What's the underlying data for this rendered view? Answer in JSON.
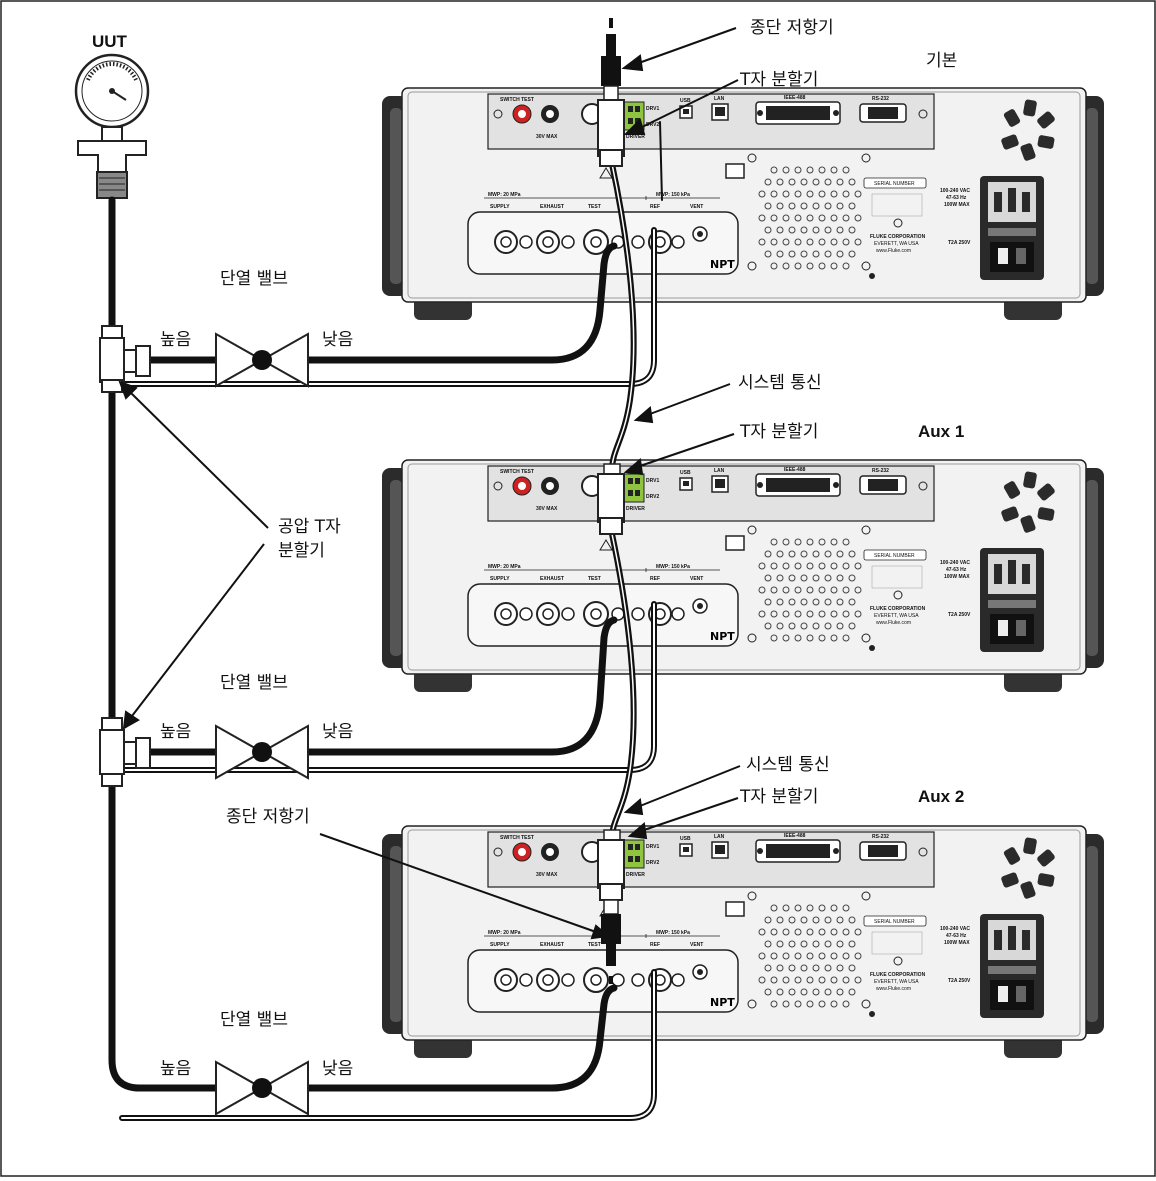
{
  "labels": {
    "uut": "UUT",
    "terminator_top": "종단 저항기",
    "main_unit": "기본",
    "tee_top": "T자 분할기",
    "isolation_valve_1": "단열 밸브",
    "high_1": "높음",
    "low_1": "낮음",
    "system_comm_1": "시스템 통신",
    "tee_aux1": "T자 분할기",
    "aux1": "Aux 1",
    "pneumatic_tee_line1": "공압 T자",
    "pneumatic_tee_line2": "분할기",
    "isolation_valve_2": "단열 밸브",
    "high_2": "높음",
    "low_2": "낮음",
    "system_comm_2": "시스템 통신",
    "tee_aux2": "T자 분할기",
    "aux2": "Aux 2",
    "terminator_bottom": "종단 저항기",
    "isolation_valve_3": "단열 밸브",
    "high_3": "높음",
    "low_3": "낮음"
  },
  "panel": {
    "switch_test": "SWITCH TEST",
    "plus": "+",
    "minus": "–",
    "max": "30V MAX",
    "usb": "USB",
    "lan": "LAN",
    "ieee": "IEEE-488",
    "rs232": "RS-232",
    "drv1": "DRV1",
    "drv2": "DRV2",
    "driver": "DRIVER",
    "mwp_high": "MWP: 20 MPa",
    "mwp_low": "MWP: 150 kPa",
    "supply": "SUPPLY",
    "exhaust": "EXHAUST",
    "test": "TEST",
    "ref": "REF",
    "vent": "VENT",
    "npt": "NPT",
    "serial": "SERIAL NUMBER",
    "fluke1": "FLUKE CORPORATION",
    "fluke2": "EVERETT, WA USA",
    "fluke3": "www.Fluke.com",
    "power1": "100-240 VAC",
    "power2": "47-63 Hz",
    "power3": "100W MAX",
    "fuse": "T2A 250V"
  }
}
